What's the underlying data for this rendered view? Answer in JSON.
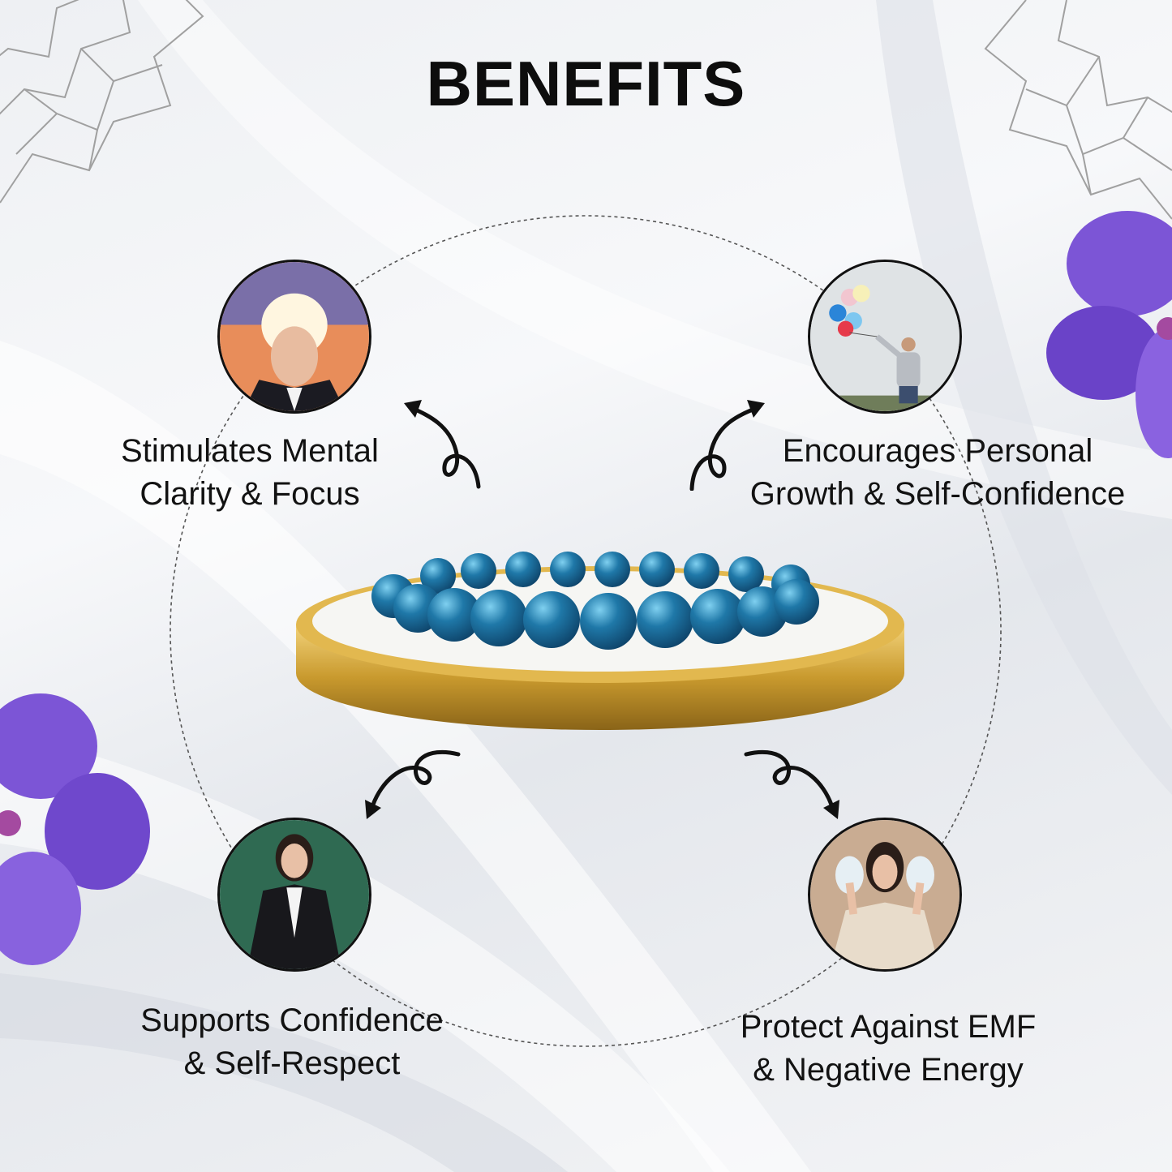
{
  "title": "BENEFITS",
  "benefits": [
    {
      "line1": "Stimulates Mental",
      "line2": "Clarity & Focus",
      "image": "woman-mental-clarity-photo"
    },
    {
      "line1": "Encourages Personal",
      "line2": "Growth & Self-Confidence",
      "image": "man-with-balloons-photo"
    },
    {
      "line1": "Supports Confidence",
      "line2": "& Self-Respect",
      "image": "smiling-businesswoman-photo"
    },
    {
      "line1": "Protect Against EMF",
      "line2": "& Negative Energy",
      "image": "meditating-woman-energy-photo"
    }
  ],
  "product": {
    "name": "blue-apatite-bead-bracelet",
    "stand": "gold-round-display-stand"
  },
  "colors": {
    "title": "#0d0d0d",
    "bead": "#1f78a8",
    "gold": "#c99a2e",
    "flower": "#7a4fd0",
    "mandala": "#9a9a9a"
  }
}
